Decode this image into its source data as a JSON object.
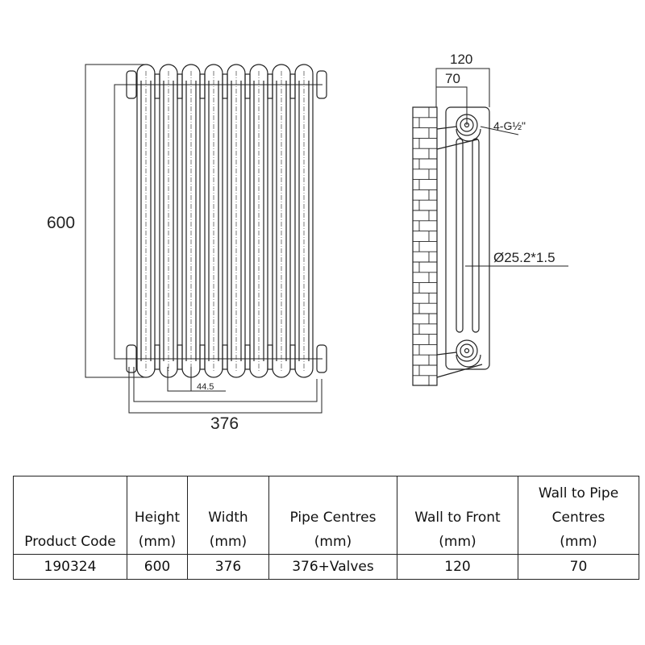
{
  "drawing": {
    "front_view": {
      "column_count": 8,
      "height_label": "600",
      "width_label": "376",
      "column_pitch_label": "44.5"
    },
    "side_view": {
      "depth_label": "120",
      "wall_to_pipe_label": "70",
      "connection_label": "4-G½\"",
      "tube_label": "Ø25.2*1.5"
    }
  },
  "spec_table": {
    "headers": [
      "Product Code",
      "Height (mm)",
      "Width (mm)",
      "Pipe Centres (mm)",
      "Wall to Front (mm)",
      "Wall to Pipe Centres (mm)"
    ],
    "header_lines": [
      [
        "Product Code"
      ],
      [
        "Height",
        "(mm)"
      ],
      [
        "Width",
        "(mm)"
      ],
      [
        "Pipe Centres",
        "(mm)"
      ],
      [
        "Wall to Front",
        "(mm)"
      ],
      [
        "Wall to Pipe",
        "Centres",
        "(mm)"
      ]
    ],
    "rows": [
      [
        "190324",
        "600",
        "376",
        "376+Valves",
        "120",
        "70"
      ]
    ]
  }
}
